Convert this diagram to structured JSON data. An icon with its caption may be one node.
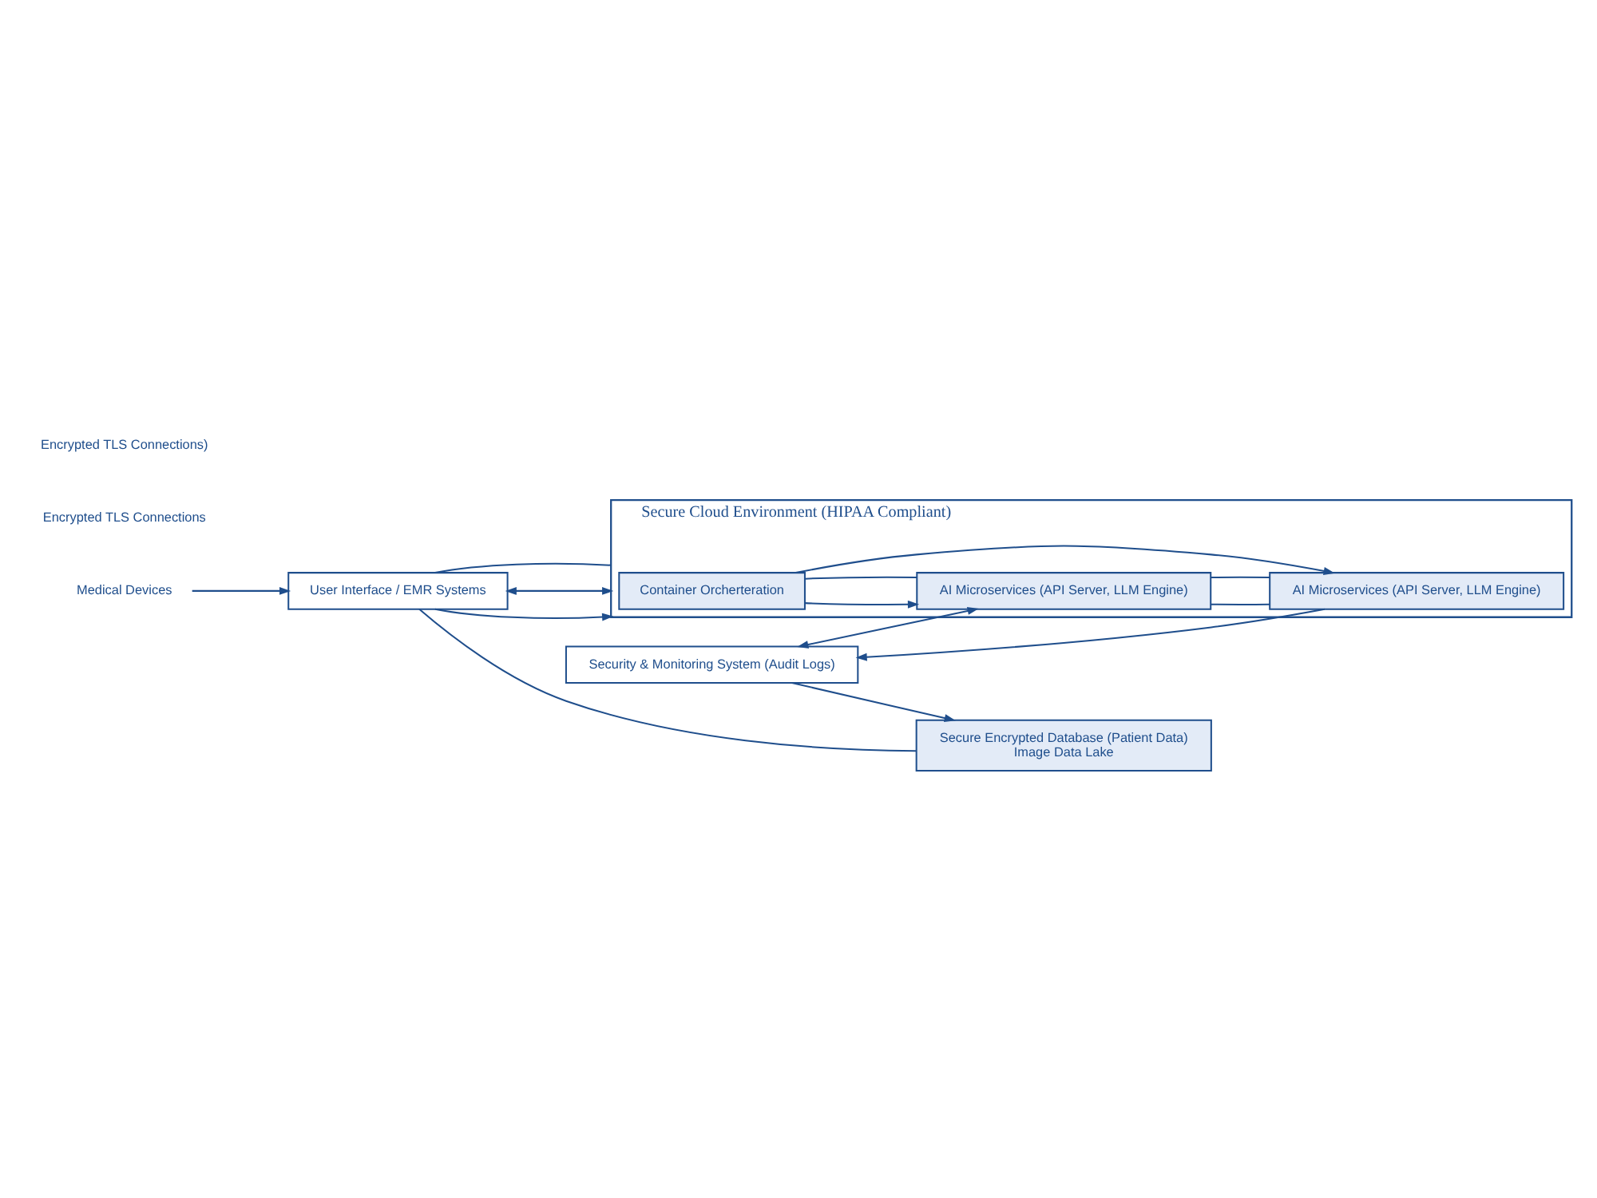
{
  "diagram": {
    "nodes": [
      {
        "text": [
          "Secure Cloud Environment (HIPAA Compliant)"
        ]
      },
      {
        "text": [
          "Container Orcherteration"
        ],
        "in": 0
      },
      {
        "text": [
          "AI Microservices (API Server, LLM Engine)"
        ],
        "in": 0
      },
      {
        "text": [
          "AI Microservices (API Server, LLM Engine)"
        ],
        "in": 0
      },
      {
        "text": [
          "Secure Encrypted Database (Patient Data)",
          "Image Data Lake"
        ]
      },
      {
        "text": [
          "User Interface / EMR Systems"
        ]
      },
      {
        "text": [
          "Security & Monitoring System (Audit Logs)"
        ]
      },
      {
        "text": [
          "Medical Devices"
        ]
      }
    ],
    "edges": [
      {
        "from": 5,
        "to": 0,
        "arrow": "to"
      },
      {
        "from": 5,
        "to": 0,
        "arrow": "both"
      },
      {
        "from": 5,
        "to": 0,
        "arrow": "none"
      },
      {
        "from": 5,
        "to": 4,
        "arrow": "none"
      },
      {
        "from": 7,
        "to": 5,
        "arrow": "to"
      },
      {
        "from": 1,
        "to": 2,
        "arrow": "to"
      },
      {
        "from": 1,
        "to": 3,
        "arrow": "to"
      },
      {
        "from": 1,
        "to": 2,
        "arrow": "none"
      },
      {
        "from": 2,
        "to": 3,
        "arrow": "none"
      },
      {
        "from": 2,
        "to": 3,
        "arrow": "none"
      },
      {
        "from": 6,
        "to": 2,
        "arrow": "both"
      },
      {
        "from": 3,
        "to": 6,
        "arrow": "to"
      },
      {
        "from": 6,
        "to": 4,
        "arrow": "to"
      }
    ],
    "labels": [
      "Encrypted TLS Connections",
      "Encrypted TLS Connections)"
    ]
  }
}
